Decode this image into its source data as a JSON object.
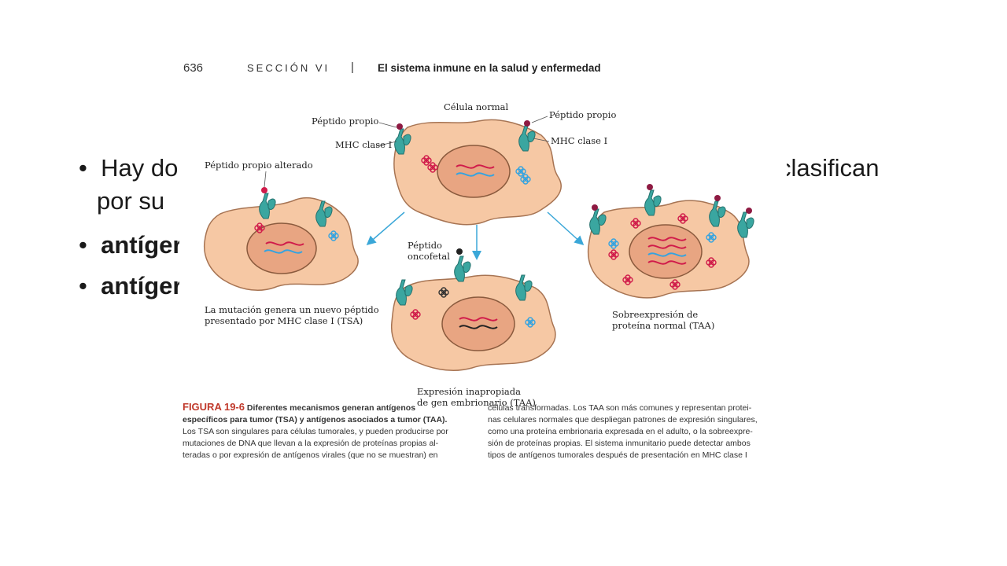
{
  "slide": {
    "bullet1_left": "Hay do",
    "bullet1_right": "clasifican",
    "bullet1_line2": "por su",
    "bullet2": "antíger",
    "bullet3": "antíger"
  },
  "header": {
    "page_number": "636",
    "section": "SECCIÓN VI",
    "separator": "|",
    "title": "El sistema inmune en la salud y enfermedad"
  },
  "figure": {
    "labels": {
      "normal_cell": "Célula normal",
      "self_peptide_left": "Péptido propio",
      "mhc_left": "MHC clase I",
      "self_peptide_right": "Péptido propio",
      "mhc_right": "MHC clase I",
      "altered_peptide": "Péptido propio alterado",
      "oncofetal_1": "Péptido",
      "oncofetal_2": "oncofetal"
    },
    "captions": {
      "mutation_1": "La mutación genera un nuevo péptido",
      "mutation_2": "presentado por MHC clase I (TSA)",
      "embryonic_1": "Expresión inapropiada",
      "embryonic_2": "de gen embrionario (TAA)",
      "overexpression_1": "Sobreexpresión de",
      "overexpression_2": "proteína normal (TAA)"
    },
    "legend": {
      "title": "FIGURA 19-6",
      "col1": [
        "Diferentes mecanismos generan antígenos",
        "específicos para tumor (TSA) y antígenos asociados a tumor (TAA).",
        "Los TSA son singulares para células tumorales, y pueden producirse por",
        "mutaciones de DNA que llevan a la expresión de proteínas propias al-",
        "teradas o por expresión de antígenos virales (que no se muestran) en"
      ],
      "col2": [
        "células transformadas. Los TAA son más comunes y representan protei-",
        "nas celulares normales que despliegan patrones de expresión singulares,",
        "como una proteína embrionaria expresada en el adulto, o la sobreexpre-",
        "sión de proteínas propias. El sistema inmunitario puede detectar ambos",
        "tipos de antígenos tumorales después de presentación en MHC clase I"
      ]
    },
    "colors": {
      "cell_fill": "#f6c8a4",
      "nucleus_fill": "#e8a582",
      "receptor": "#3aa6a0",
      "arrow": "#3aa7d8",
      "red_strand": "#d01b4a",
      "blue_strand": "#34a3e0",
      "caption_red": "#c0392b"
    }
  }
}
